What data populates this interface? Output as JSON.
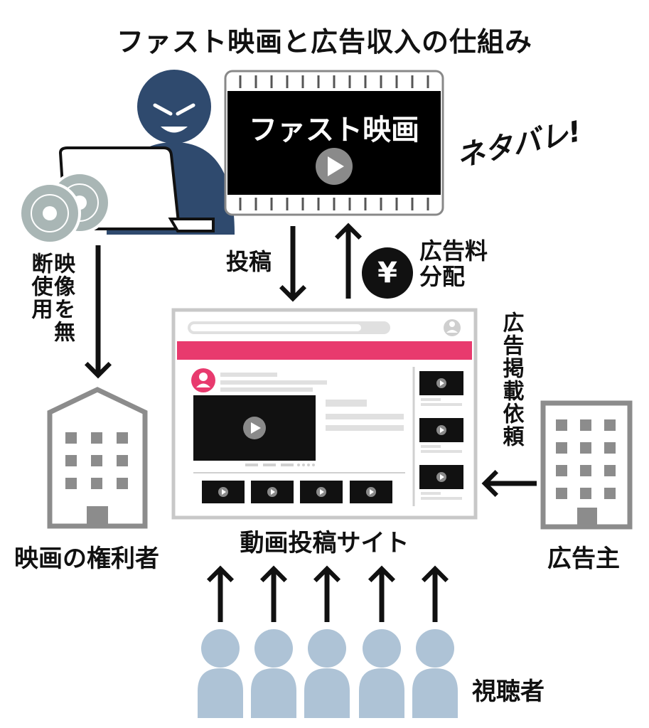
{
  "title": "ファスト映画と広告収入の仕組み",
  "film": {
    "label": "ファスト映画"
  },
  "exclaim": "ネタバレ!",
  "labels": {
    "unauthorized": "映像を無断使用",
    "post": "投稿",
    "ad_fee": "広告料分配",
    "yen": "¥",
    "ad_request": "広告掲載依頼",
    "site": "動画投稿サイト",
    "rights_holder": "映画の権利者",
    "advertiser": "広告主",
    "viewers": "視聴者"
  },
  "colors": {
    "accent_pink": "#e83a6e",
    "uploader_navy": "#2f4a6e",
    "viewer_blue": "#aec3d6",
    "disc_gray": "#a9b6b5",
    "building_gray": "#8c8c8c"
  },
  "icons": [
    "uploader-person-icon",
    "laptop-icon",
    "disc-icon",
    "building-icon",
    "yen-coin-icon",
    "play-icon",
    "viewer-person-icon"
  ]
}
